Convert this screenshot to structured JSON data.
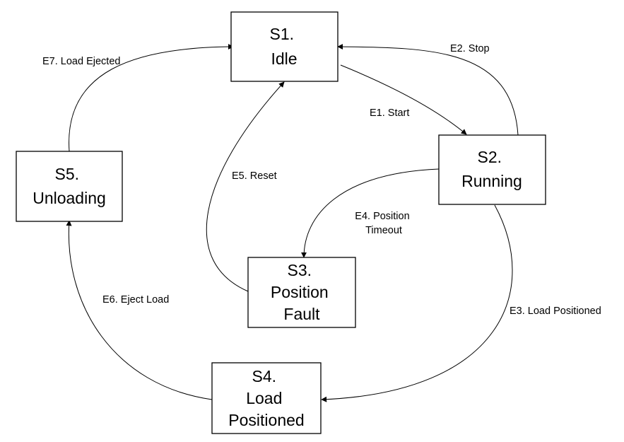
{
  "states": {
    "s1": {
      "lines": [
        "S1.",
        "Idle"
      ]
    },
    "s2": {
      "lines": [
        "S2.",
        "Running"
      ]
    },
    "s3": {
      "lines": [
        "S3.",
        "Position",
        "Fault"
      ]
    },
    "s4": {
      "lines": [
        "S4.",
        "Load",
        "Positioned"
      ]
    },
    "s5": {
      "lines": [
        "S5.",
        "Unloading"
      ]
    }
  },
  "transitions": {
    "e1": {
      "lines": [
        "E1. Start"
      ],
      "from": "S1.",
      "to": "S2."
    },
    "e2": {
      "lines": [
        "E2. Stop"
      ],
      "from": "S2.",
      "to": "S1."
    },
    "e3": {
      "lines": [
        "E3. Load Positioned"
      ],
      "from": "S2.",
      "to": "S4."
    },
    "e4": {
      "lines": [
        "E4. Position",
        "Timeout"
      ],
      "from": "S2.",
      "to": "S3."
    },
    "e5": {
      "lines": [
        "E5. Reset"
      ],
      "from": "S3.",
      "to": "S1."
    },
    "e6": {
      "lines": [
        "E6. Eject Load"
      ],
      "from": "S4.",
      "to": "S5."
    },
    "e7": {
      "lines": [
        "E7. Load Ejected"
      ],
      "from": "S5.",
      "to": "S1."
    }
  }
}
